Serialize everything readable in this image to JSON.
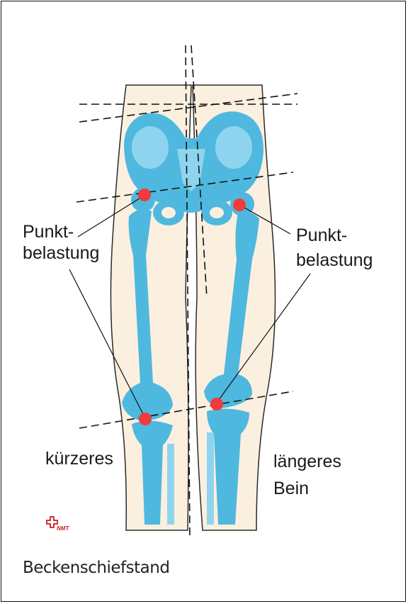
{
  "labels": {
    "point_left_line1": "Punkt-",
    "point_left_line2": "belastung",
    "point_right_line1": "Punkt-",
    "point_right_line2": "belastung",
    "shorter_leg": "kürzeres",
    "longer_leg_line1": "längeres",
    "longer_leg_line2": "Bein"
  },
  "logo": {
    "text": "NMT"
  },
  "caption": "Beckenschiefstand",
  "colors": {
    "bone": "#4fb8de",
    "bone_light": "#8fd4ee",
    "skin": "#fbefe0",
    "skin_outline": "#2a2a2a",
    "pressure_point": "#ef3b3b",
    "logo": "#c8201e"
  },
  "icons": [
    "pressure-point-marker",
    "nmt-logo-cross"
  ]
}
